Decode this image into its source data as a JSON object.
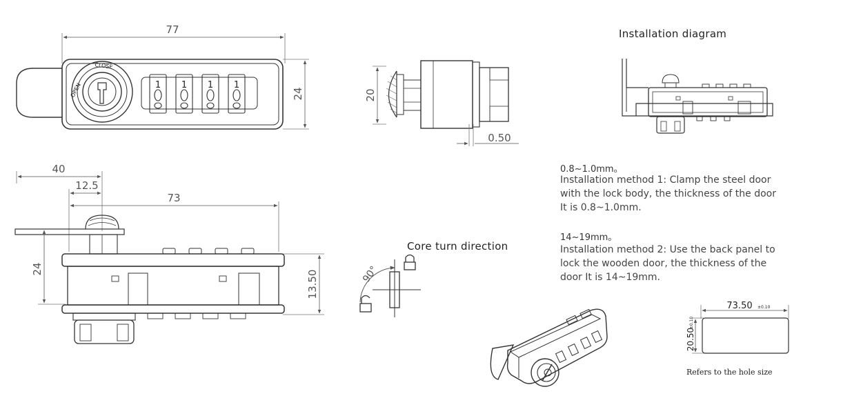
{
  "headings": {
    "installation_diagram": "Installation diagram",
    "core_turn_direction": "Core turn direction"
  },
  "dimensions": {
    "top_width": "77",
    "top_height": "24",
    "side_height": "20",
    "side_gap": "0.50",
    "bottom_overall": "40",
    "bottom_offset": "12.5",
    "bottom_width": "73",
    "bottom_height": "24",
    "bottom_body": "13.50",
    "turn_angle": "90°",
    "hole_width": "73.50",
    "hole_width_tol": "±0.10",
    "hole_height": "20.50",
    "hole_height_tol": "±0.10"
  },
  "lock_face": {
    "close_text": "CLOSE",
    "open_text": "OPEN",
    "dials": [
      "1",
      "1",
      "1",
      "1"
    ]
  },
  "method1": {
    "range": "0.8~1.0mm。",
    "lines": [
      "Installation method 1: Clamp the steel door",
      "with the lock body, the thickness of the door",
      "It is 0.8~1.0mm."
    ]
  },
  "method2": {
    "range": "14~19mm。",
    "lines": [
      "Installation method 2: Use the back panel to",
      "lock the wooden door, the thickness of the",
      "door It is 14~19mm."
    ]
  },
  "hole_note": "Refers to the hole size",
  "icons": [
    "locked-padlock-icon",
    "unlocked-padlock-icon"
  ]
}
